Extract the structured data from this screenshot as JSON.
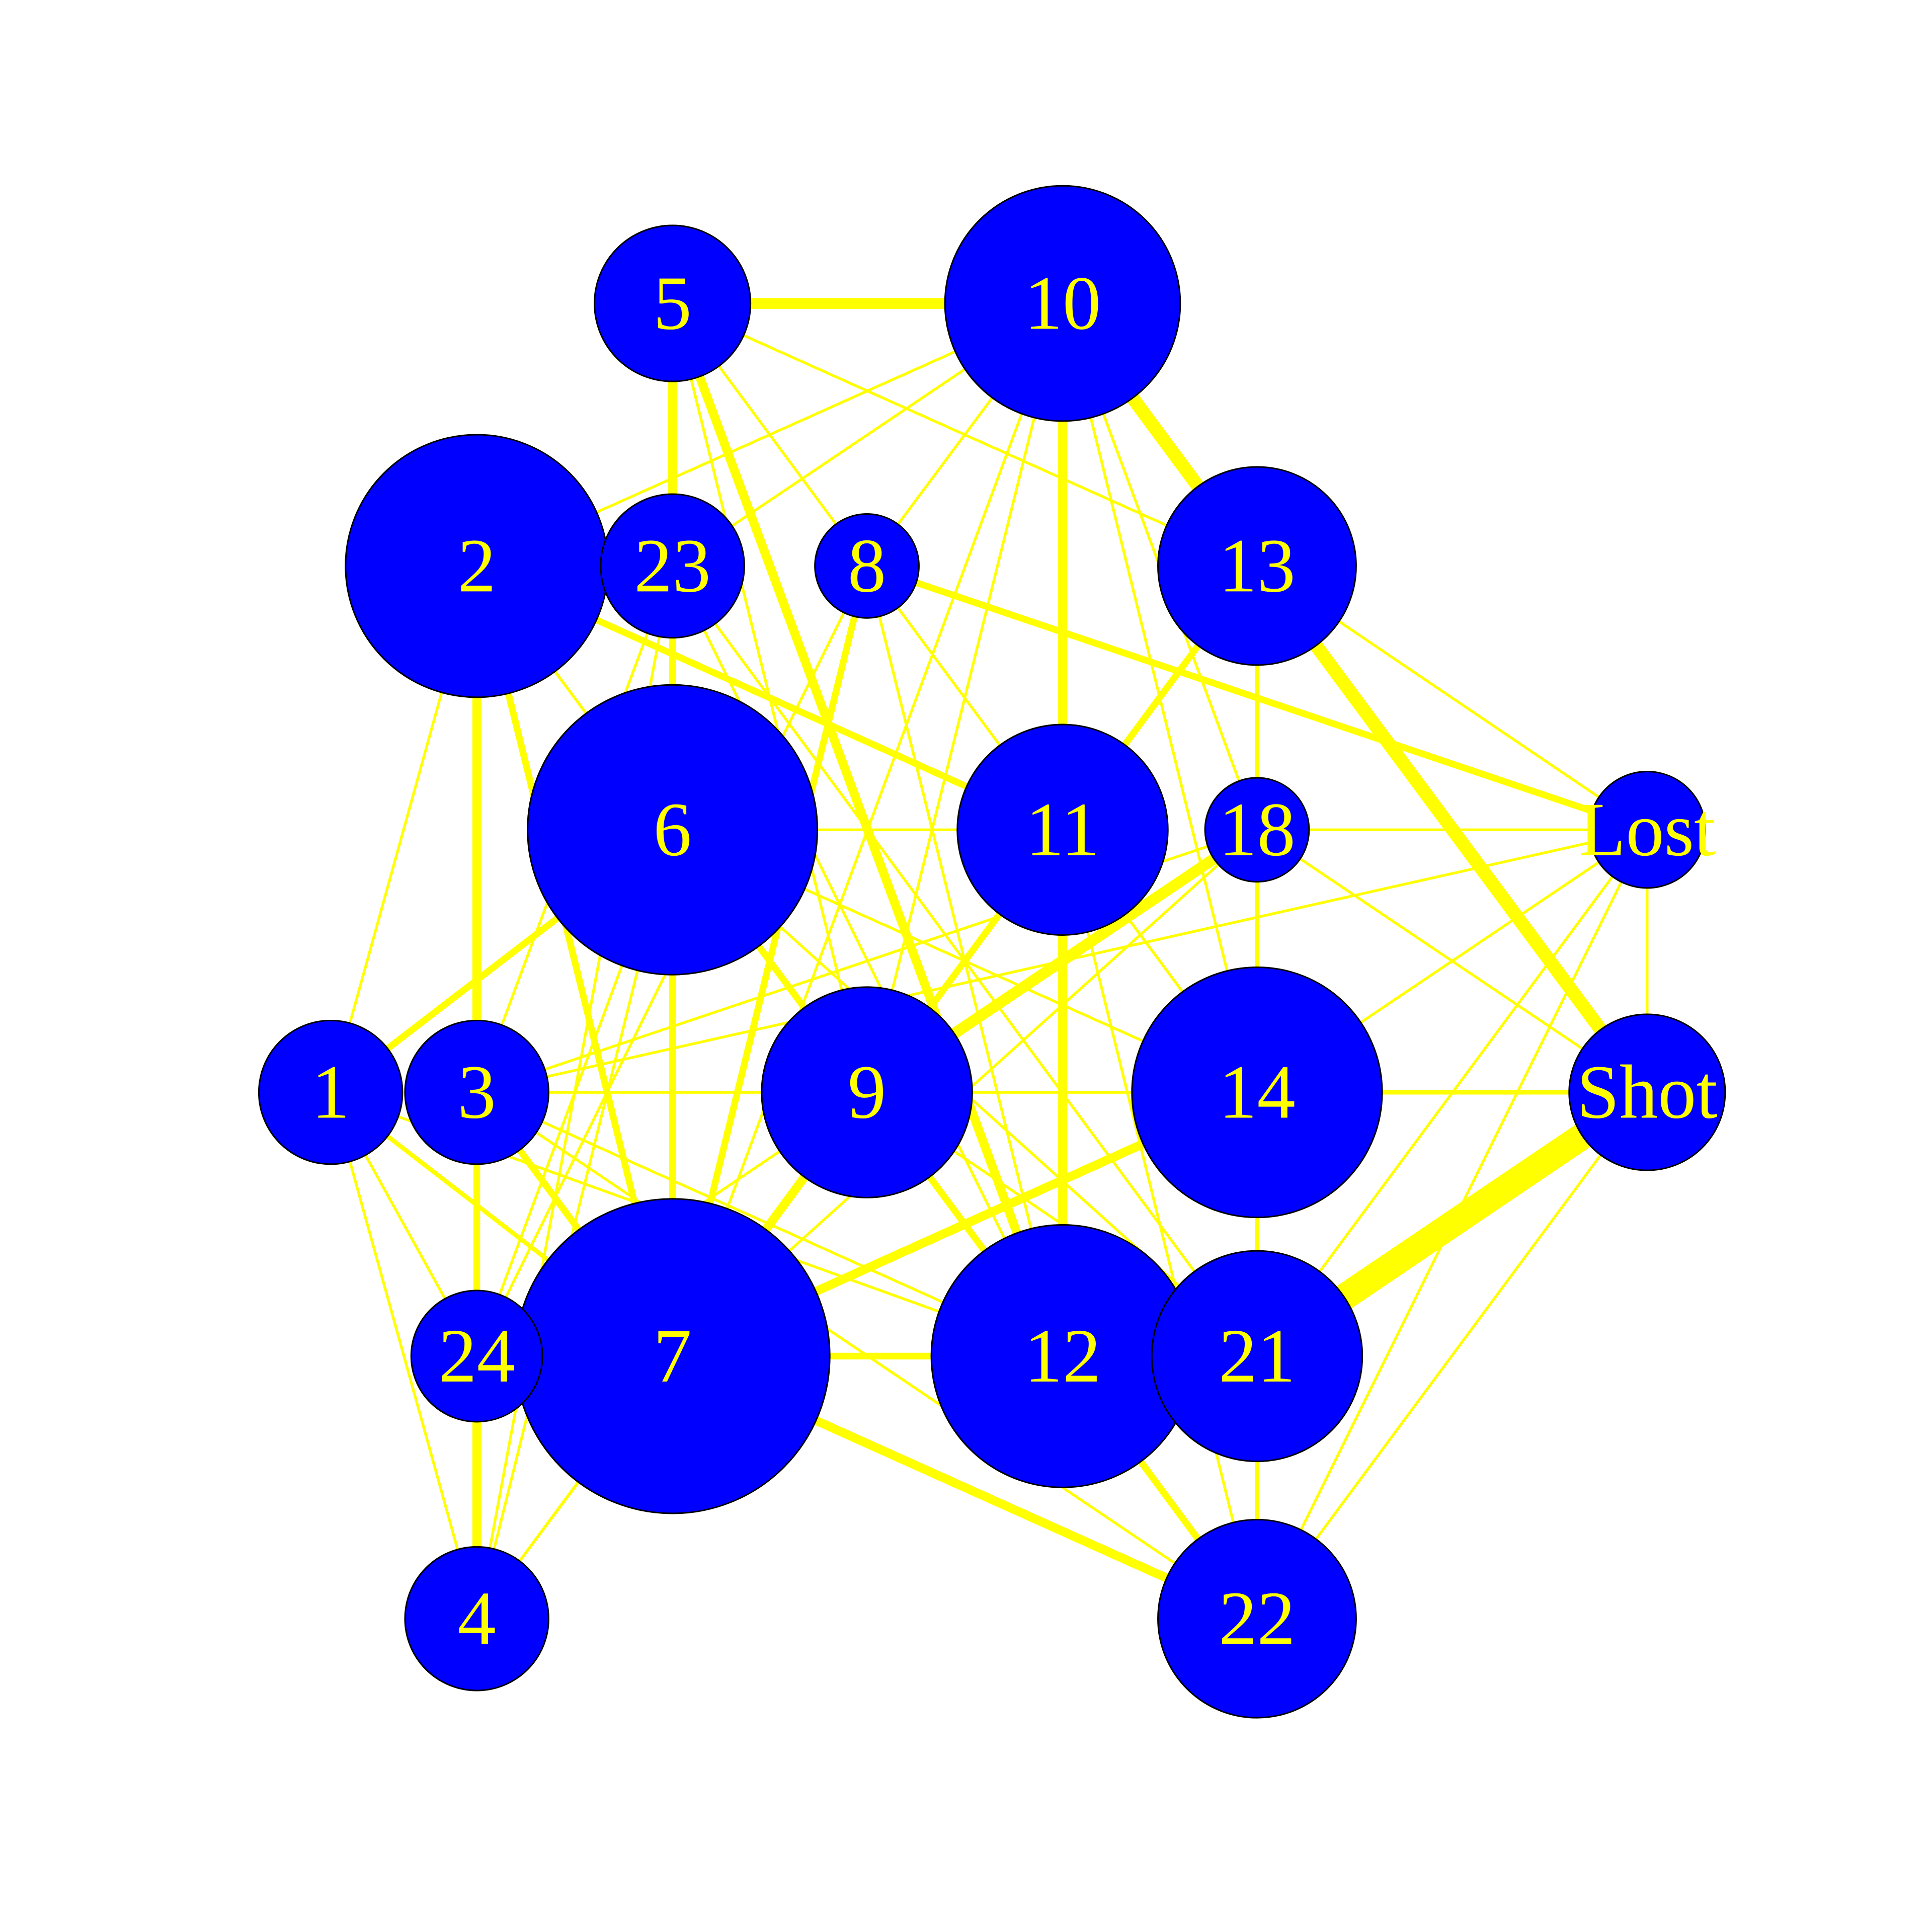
{
  "colors": {
    "node_fill": "#0000ff",
    "node_stroke": "#000000",
    "edge": "#ffff00",
    "label": "#ffff00",
    "background": "#ffffff"
  },
  "nodes": [
    "1",
    "2",
    "3",
    "4",
    "5",
    "6",
    "7",
    "8",
    "9",
    "10",
    "11",
    "12",
    "13",
    "14",
    "18",
    "21",
    "22",
    "23",
    "24",
    "Lost",
    "Shot"
  ],
  "edges": [
    [
      "5",
      "10",
      5
    ],
    [
      "5",
      "23",
      4
    ],
    [
      "10",
      "11",
      4
    ],
    [
      "10",
      "13",
      6
    ],
    [
      "13",
      "Shot",
      6
    ],
    [
      "21",
      "Shot",
      12
    ],
    [
      "2",
      "3",
      4
    ],
    [
      "3",
      "24",
      3
    ],
    [
      "24",
      "4",
      4
    ],
    [
      "6",
      "7",
      3
    ],
    [
      "11",
      "12",
      4
    ],
    [
      "13",
      "18",
      2
    ],
    [
      "18",
      "14",
      2
    ],
    [
      "14",
      "21",
      2
    ],
    [
      "21",
      "22",
      2
    ],
    [
      "1",
      "6",
      3
    ],
    [
      "8",
      "Lost",
      3
    ],
    [
      "2",
      "11",
      3
    ],
    [
      "5",
      "12",
      4
    ],
    [
      "7",
      "14",
      4
    ],
    [
      "7",
      "22",
      4
    ],
    [
      "9",
      "18",
      5
    ],
    [
      "7",
      "9",
      4
    ],
    [
      "12",
      "22",
      3
    ],
    [
      "9",
      "12",
      3
    ],
    [
      "2",
      "7",
      3
    ],
    [
      "7",
      "8",
      3
    ],
    [
      "6",
      "9",
      3
    ],
    [
      "3",
      "7",
      3
    ],
    [
      "1",
      "7",
      2
    ],
    [
      "7",
      "12",
      3
    ],
    [
      "14",
      "Shot",
      2
    ],
    [
      "23",
      "6",
      3
    ],
    [
      "7",
      "13",
      3
    ],
    [
      "5",
      "13",
      1.2
    ],
    [
      "5",
      "8",
      1.2
    ],
    [
      "5",
      "9",
      1.2
    ],
    [
      "10",
      "2",
      1.2
    ],
    [
      "10",
      "23",
      1.2
    ],
    [
      "10",
      "8",
      1.2
    ],
    [
      "10",
      "9",
      1.2
    ],
    [
      "10",
      "14",
      1.2
    ],
    [
      "10",
      "18",
      1.2
    ],
    [
      "10",
      "7",
      1.2
    ],
    [
      "13",
      "Lost",
      1.2
    ],
    [
      "13",
      "9",
      1.2
    ],
    [
      "13",
      "11",
      1.2
    ],
    [
      "13",
      "21",
      1.2
    ],
    [
      "2",
      "1",
      1.2
    ],
    [
      "2",
      "9",
      1.2
    ],
    [
      "2",
      "12",
      1.2
    ],
    [
      "23",
      "12",
      1.2
    ],
    [
      "23",
      "21",
      1.2
    ],
    [
      "23",
      "3",
      1.2
    ],
    [
      "8",
      "14",
      1.2
    ],
    [
      "8",
      "24",
      1.2
    ],
    [
      "6",
      "14",
      1.2
    ],
    [
      "6",
      "21",
      1.2
    ],
    [
      "18",
      "Lost",
      1.2
    ],
    [
      "18",
      "3",
      1.2
    ],
    [
      "18",
      "Shot",
      1.2
    ],
    [
      "18",
      "7",
      1.2
    ],
    [
      "Lost",
      "3",
      1.2
    ],
    [
      "Lost",
      "14",
      1.2
    ],
    [
      "Lost",
      "21",
      1.2
    ],
    [
      "Lost",
      "Shot",
      1.2
    ],
    [
      "Lost",
      "22",
      1.2
    ],
    [
      "Shot",
      "22",
      1.2
    ],
    [
      "14",
      "3",
      1.2
    ],
    [
      "1",
      "24",
      1.2
    ],
    [
      "1",
      "4",
      1.2
    ],
    [
      "3",
      "12",
      1.2
    ],
    [
      "3",
      "22",
      1.2
    ],
    [
      "24",
      "21",
      1.2
    ],
    [
      "4",
      "7",
      1.2
    ],
    [
      "4",
      "6",
      1.2
    ],
    [
      "4",
      "9",
      1.2
    ],
    [
      "4",
      "23",
      1.2
    ],
    [
      "9",
      "22",
      1.2
    ],
    [
      "9",
      "21",
      1.2
    ],
    [
      "11",
      "22",
      1.2
    ],
    [
      "11",
      "4",
      1.2
    ],
    [
      "12",
      "21",
      1.2
    ],
    [
      "1",
      "12",
      1.2
    ],
    [
      "6",
      "11",
      1.2
    ],
    [
      "9",
      "14",
      1.2
    ],
    [
      "11",
      "14",
      1.2
    ],
    [
      "3",
      "9",
      1.2
    ],
    [
      "24",
      "9",
      1.2
    ],
    [
      "8",
      "12",
      1.2
    ],
    [
      "2",
      "6",
      1.2
    ],
    [
      "6",
      "24",
      1.2
    ]
  ]
}
